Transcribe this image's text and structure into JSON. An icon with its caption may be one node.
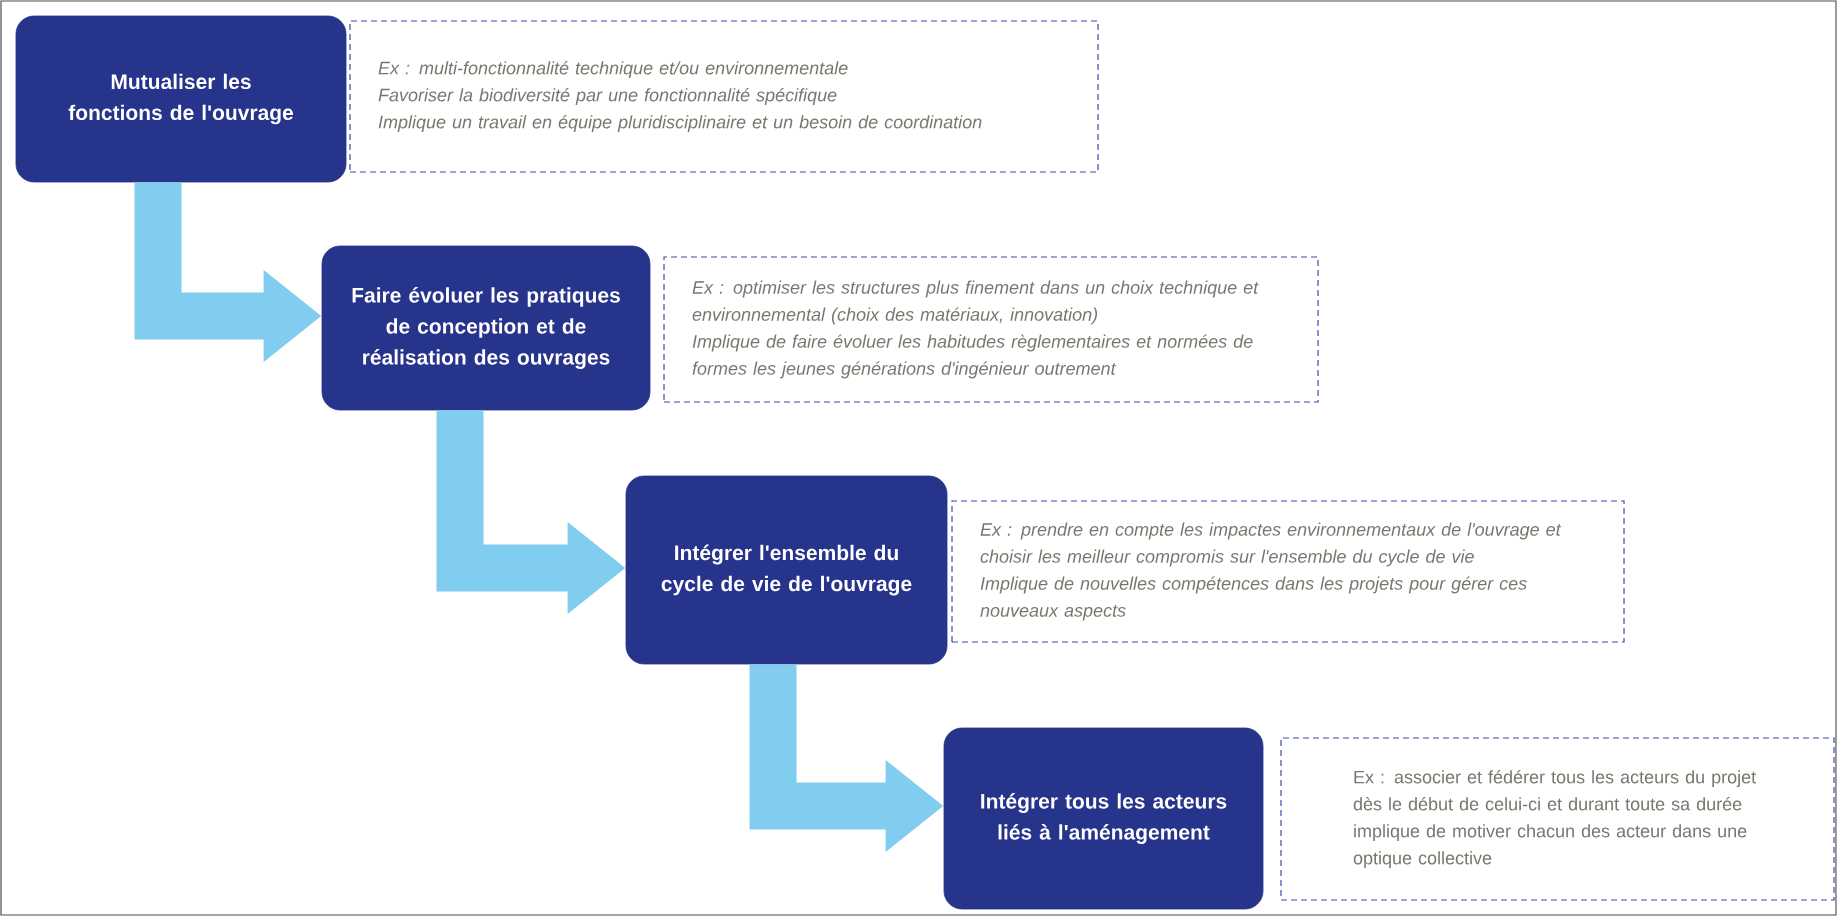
{
  "diagram": {
    "nodes": [
      {
        "text": [
          "Mutualiser les fonctions de l'ouvrage"
        ]
      },
      {
        "text": [
          "Ex : multi-fonctionnalité technique et/ou environnementale",
          "Favoriser la biodiversité par une fonctionnalité spécifique",
          "Implique un travail en équipe pluridisciplinaire et un besoin de coordination"
        ]
      },
      {
        "text": [
          "Faire évoluer les pratiques de conception et de réalisation des ouvrages"
        ]
      },
      {
        "text": [
          "Ex : optimiser les structures plus finement dans un choix technique et environnemental (choix des matériaux, innovation)",
          "Implique de faire évoluer les habitudes règlementaires et normées de formes les jeunes générations d'ingénieur outrement"
        ]
      },
      {
        "text": [
          "Intégrer l'ensemble du cycle de vie de l'ouvrage"
        ]
      },
      {
        "text": [
          "Ex : prendre en compte les impactes environnementaux de l'ouvrage et choisir les meilleur compromis sur l'ensemble du cycle de vie",
          "Implique de nouvelles compétences dans les projets pour gérer ces nouveaux aspects"
        ]
      },
      {
        "text": [
          "Intégrer tous les acteurs liés à l'aménagement"
        ]
      },
      {
        "text": [
          "Ex : associer et fédérer tous les acteurs du projet dès le début de celui-ci et durant toute sa durée",
          "implique de motiver chacun des acteur dans une optique collective"
        ]
      }
    ],
    "edges": [
      {
        "from": 0,
        "to": 2,
        "arrow": "to"
      },
      {
        "from": 2,
        "to": 4,
        "arrow": "to"
      },
      {
        "from": 4,
        "to": 6,
        "arrow": "to"
      }
    ]
  }
}
